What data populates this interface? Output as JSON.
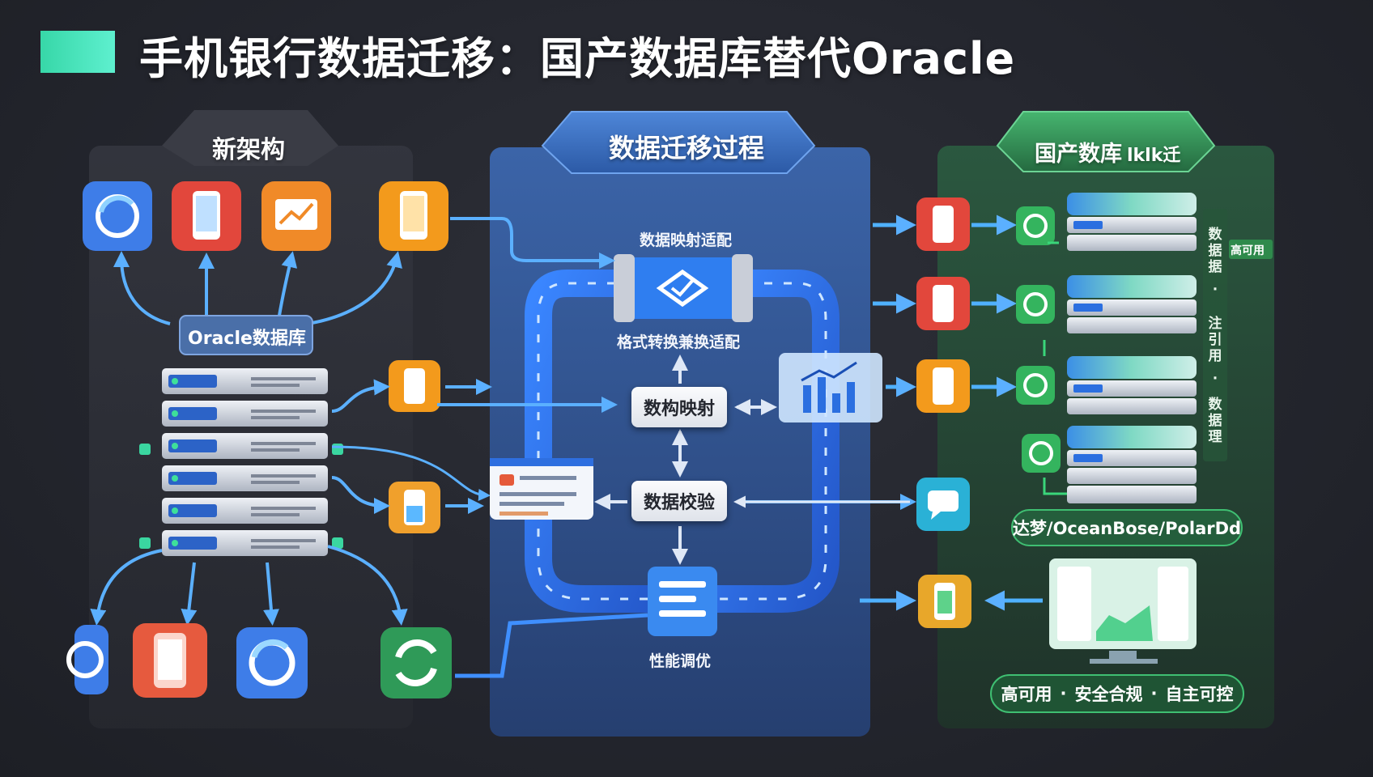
{
  "title": "手机银行数据迁移：国产数据库替代Oracle",
  "panels": {
    "left": {
      "header": "新架构",
      "db_label": "Oracle数据库"
    },
    "middle": {
      "header": "数据迁移过程",
      "step_map_adapt": "数据映射适配",
      "step_format": "格式转换兼换适配",
      "step_schema": "数构映射",
      "step_verify": "数据校验",
      "step_tuning": "性能调优"
    },
    "right": {
      "header": "国产数库",
      "header_garbled": "lklk迁",
      "vendors": "达梦/OceanBose/PolarDd",
      "vert_labels": [
        "数据据",
        "·",
        "注引用",
        "·",
        "数据理"
      ],
      "badge": "高可用",
      "footer_items": [
        "高可用",
        "安全合规",
        "自主可控"
      ],
      "footer_sep": "·"
    }
  },
  "colors": {
    "accent_green": "#37d7a8",
    "panel_left": "#2b2d36",
    "panel_mid": "#2f4e86",
    "panel_right": "#1f3b2f",
    "flow_blue": "#3f8fff"
  },
  "icons": {
    "left_top": [
      "db-sync-icon",
      "phone-icon",
      "chart-icon",
      "phone-icon"
    ],
    "left_side": [
      "phone-icon",
      "phone-icon"
    ],
    "left_bottom": [
      "db-sync-icon",
      "phone-icon",
      "db-sync-icon",
      "refresh-icon"
    ],
    "right_apps": [
      "phone-icon",
      "phone-icon",
      "phone-icon",
      "chat-icon",
      "phone-icon"
    ],
    "right_sync": [
      "sync-icon",
      "sync-icon",
      "sync-icon",
      "sync-icon"
    ]
  }
}
